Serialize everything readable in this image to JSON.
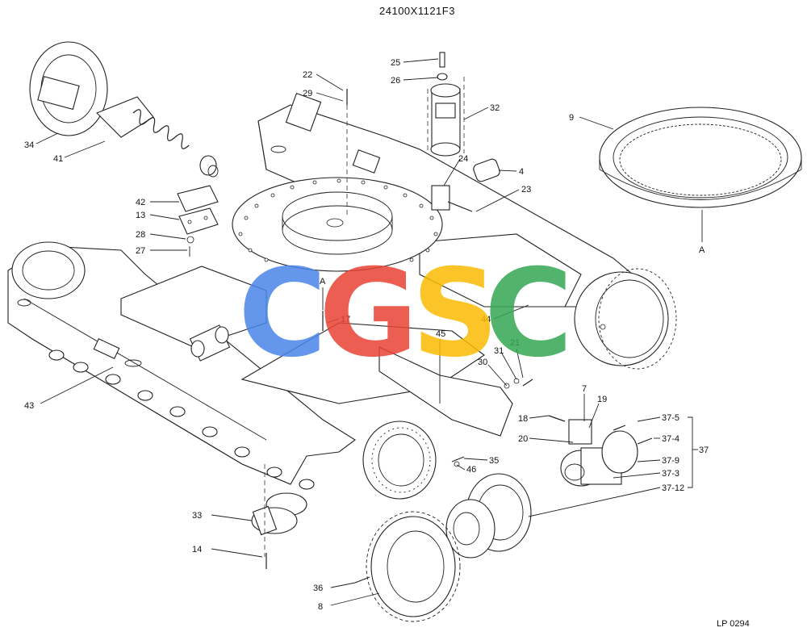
{
  "title": "24100X1121F3",
  "footer_code": "LP 0294",
  "watermark": {
    "letters": [
      "C",
      "G",
      "S",
      "C"
    ],
    "colors": [
      "#4a86e8",
      "#ea4335",
      "#fbbc04",
      "#34a853"
    ]
  },
  "labels": {
    "l34": "34",
    "l41": "41",
    "l42": "42",
    "l13": "13",
    "l28": "28",
    "l27": "27",
    "l22": "22",
    "l29": "29",
    "l25": "25",
    "l26": "26",
    "l32": "32",
    "l24": "24",
    "l4": "4",
    "l23": "23",
    "l9": "9",
    "lA1": "A",
    "lA2": "A",
    "l17": "17",
    "l44": "44",
    "l45": "45",
    "l21": "21",
    "l31": "31",
    "l30": "30",
    "l43": "43",
    "l7": "7",
    "l19": "19",
    "l18": "18",
    "l20": "20",
    "l37_5": "37-5",
    "l37_4": "37-4",
    "l37": "37",
    "l37_9": "37-9",
    "l37_3": "37-3",
    "l37_12": "37-12",
    "l35": "35",
    "l46": "46",
    "l33": "33",
    "l14": "14",
    "l36": "36",
    "l8": "8"
  }
}
